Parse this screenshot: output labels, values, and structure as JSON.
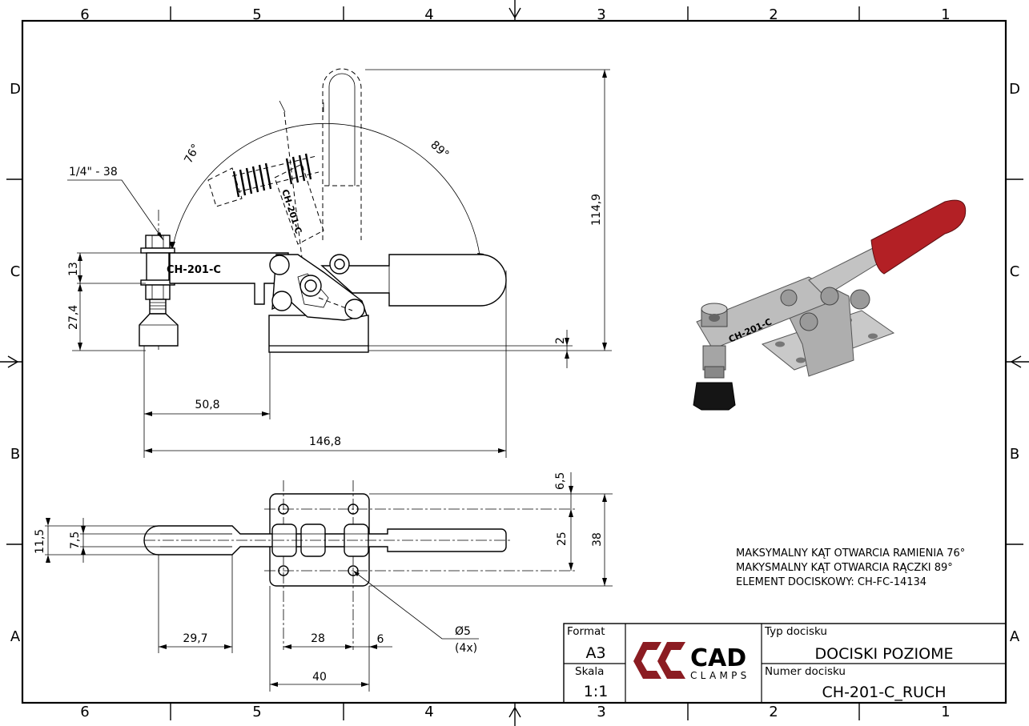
{
  "zones": {
    "columns": [
      "6",
      "5",
      "4",
      "3",
      "2",
      "1"
    ],
    "rows": [
      "D",
      "C",
      "B",
      "A"
    ]
  },
  "dimensions": {
    "thread": "1/4\" - 38",
    "angle_arm": "76°",
    "angle_handle": "89°",
    "height_total": "114,9",
    "height_head": "13",
    "height_spindle": "27,4",
    "gap": "2",
    "offset_spindle": "50,8",
    "length_total": "146,8",
    "top_margin": "6,5",
    "hole_pitch_y": "25",
    "base_width": "38",
    "handle_width": "11,5",
    "arm_width": "7,5",
    "handle_slot": "29,7",
    "hole_pitch_x": "28",
    "edge_offset": "6",
    "base_length": "40",
    "hole_diameter": "Ø5",
    "hole_count": "(4x)"
  },
  "part_marking": "CH-201-C",
  "notes": [
    "MAKSYMALNY KĄT OTWARCIA RAMIENIA 76°",
    "MAKYSMALNY KĄT OTWARCIA RĄCZKI 89°",
    "ELEMENT DOCISKOWY: CH-FC-14134"
  ],
  "title_block": {
    "format_label": "Format",
    "format_value": "A3",
    "scale_label": "Skala",
    "scale_value": "1:1",
    "type_label": "Typ docisku",
    "type_value": "DOCISKI POZIOME",
    "number_label": "Numer docisku",
    "number_value": "CH-201-C_RUCH",
    "logo_main": "CAD",
    "logo_sub": "CLAMPS",
    "logo_color": "#8b1c22"
  },
  "render": {
    "handle_grip_color": "#b32025",
    "metal_color": "#b9b9b9"
  }
}
